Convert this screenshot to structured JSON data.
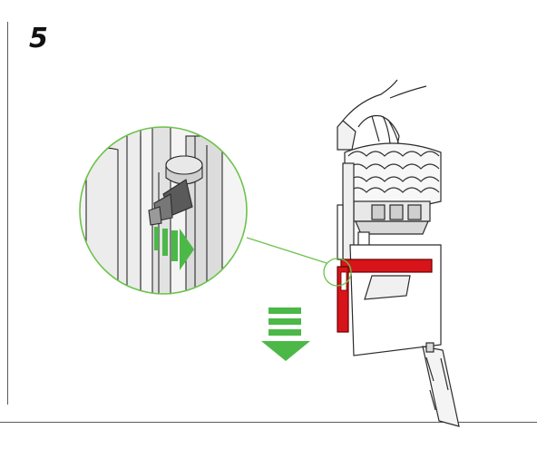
{
  "step": {
    "number": "5"
  },
  "colors": {
    "callout_green": "#6cc24a",
    "arrow_green": "#4cb848",
    "highlight_red": "#d7141a",
    "outline": "#2b2b2b"
  },
  "icons": {
    "zoom_callout": "magnifier-circle",
    "release_arrow": "green-triple-bar-arrow-right",
    "push_down_arrow": "green-bar-arrow-down"
  }
}
